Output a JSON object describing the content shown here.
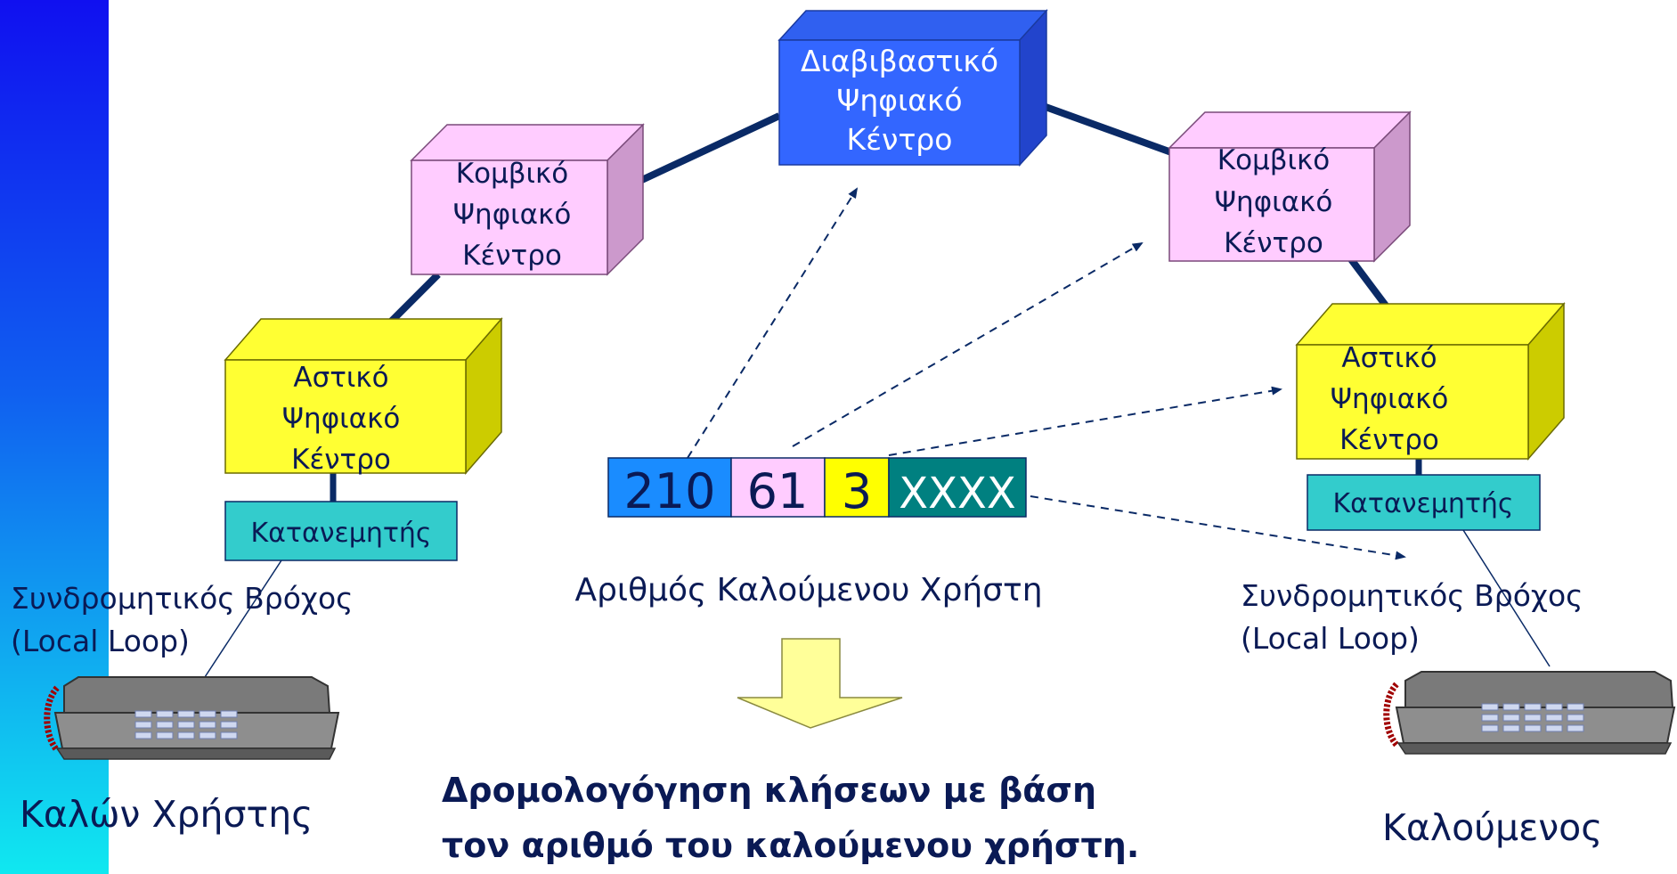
{
  "colors": {
    "sidebar_top": "#1010f0",
    "sidebar_bottom": "#10e0f0",
    "transit_front": "#3366ff",
    "transit_top": "#2a55e8",
    "transit_side": "#2244cc",
    "node_front": "#ffccff",
    "node_side": "#cc99cc",
    "local_front": "#ffff33",
    "local_side": "#cccc00",
    "distributor": "#33cccc",
    "digit_210": "#1a8cff",
    "digit_61": "#ffccff",
    "digit_3": "#ffff00",
    "digit_xxxx": "#008080",
    "arrow_fill": "#ffff99",
    "link": "#0a2a66"
  },
  "transit_center": {
    "lines": [
      "Διαβιβαστικό",
      "Ψηφιακό",
      "Κέντρο"
    ]
  },
  "node_left": {
    "lines": [
      "Κομβικό",
      "Ψηφιακό",
      "Κέντρο"
    ]
  },
  "node_right": {
    "lines": [
      "Κομβικό",
      "Ψηφιακό",
      "Κέντρο"
    ]
  },
  "local_left": {
    "lines": [
      "Αστικό",
      "Ψηφιακό",
      "Κέντρο"
    ]
  },
  "local_right": {
    "lines": [
      "Αστικό",
      "Ψηφιακό",
      "Κέντρο"
    ]
  },
  "distributor_left": "Κατανεμητής",
  "distributor_right": "Κατανεμητής",
  "loop_left": {
    "line1": "Συνδρομητικός Βρόχος",
    "line2": "(Local Loop)"
  },
  "loop_right": {
    "line1": "Συνδρομητικός Βρόχος",
    "line2": "(Local Loop)"
  },
  "number": {
    "segments": [
      {
        "text": "210",
        "key": "digit_210"
      },
      {
        "text": "61",
        "key": "digit_61"
      },
      {
        "text": "3",
        "key": "digit_3"
      },
      {
        "text": "XXXX",
        "key": "digit_xxxx"
      }
    ],
    "caption": "Αριθμός Καλούμενου Χρήστη"
  },
  "caller_label": "Καλών Χρήστης",
  "callee_label": "Καλούμενος",
  "routing_text": {
    "line1": "Δρομολογόγηση κλήσεων με βάση",
    "line2": "τον αριθμό του καλούμενου χρήστη."
  }
}
